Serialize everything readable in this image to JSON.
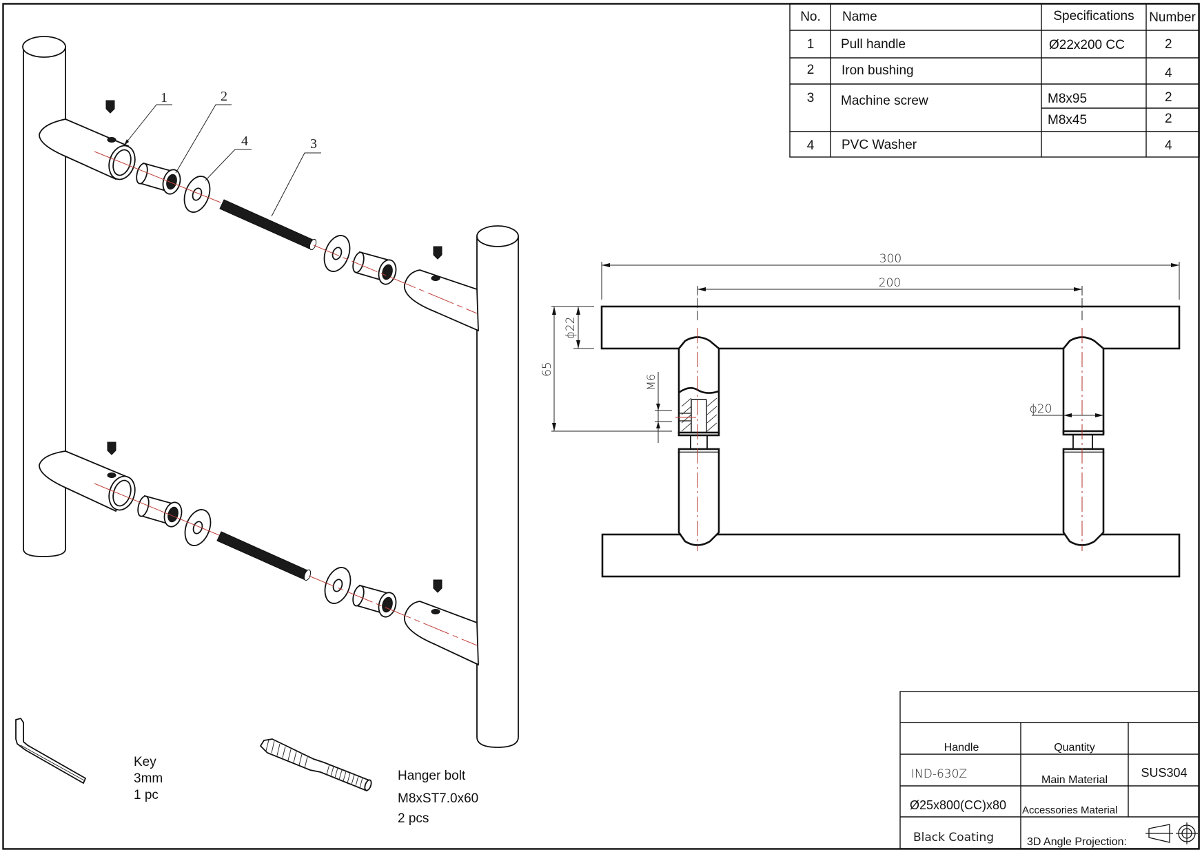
{
  "parts_table": {
    "headers": [
      "No.",
      "Name",
      "Specifications",
      "Number"
    ],
    "rows": [
      {
        "no": "1",
        "name": "Pull handle",
        "spec": "Ø22x200 CC",
        "number": "2"
      },
      {
        "no": "2",
        "name": "Iron bushing",
        "spec": "",
        "number": "4"
      },
      {
        "no": "3",
        "name": "Machine screw",
        "specs": [
          "M8x95",
          "M8x45"
        ],
        "numbers": [
          "2",
          "2"
        ]
      },
      {
        "no": "4",
        "name": "PVC Washer",
        "spec": "",
        "number": "4"
      }
    ]
  },
  "exploded_view": {
    "callouts": [
      "1",
      "2",
      "4",
      "3"
    ]
  },
  "accessories": {
    "key": {
      "name": "Key",
      "size": "3mm",
      "qty": "1 pc"
    },
    "hanger_bolt": {
      "name": "Hanger bolt",
      "spec": "M8xST7.0x60",
      "qty": "2 pcs"
    }
  },
  "dimensions": {
    "overall_length": "300",
    "center_to_center": "200",
    "bar_diameter": "ϕ22",
    "projection": "65",
    "thread": "M6",
    "post_diameter": "ϕ20"
  },
  "title_block": {
    "header_row": "",
    "product_label": "Handle",
    "quantity_label": "Quantity",
    "quantity_value": "",
    "model": "IND-630Z",
    "main_material_label": "Main Material",
    "main_material_value": "SUS304",
    "size": "Ø25x800(CC)x80",
    "accessories_material_label": "Accessories Material",
    "accessories_material_value": "",
    "finish": "Black Coating",
    "projection_label": "3D Angle Projection:"
  },
  "colors": {
    "line": "#111111",
    "centerline": "#b0302a",
    "background": "#ffffff"
  }
}
